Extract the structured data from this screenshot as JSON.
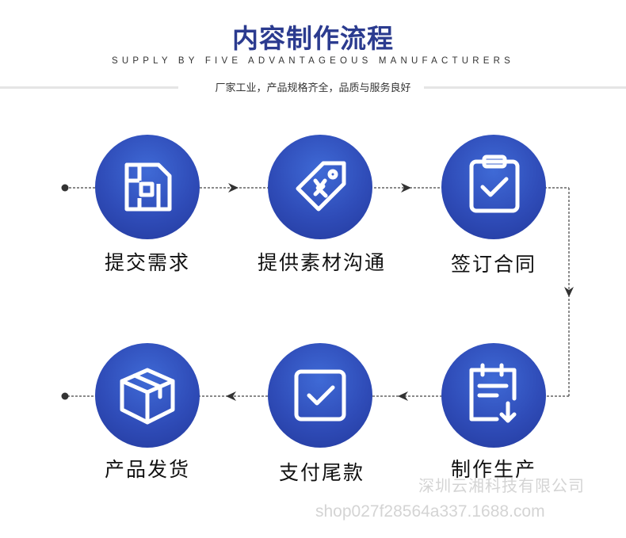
{
  "header": {
    "title": "内容制作流程",
    "subtitle": "SUPPLY BY FIVE ADVANTAGEOUS MANUFACTURERS",
    "tagline": "厂家工业，产品规格齐全，品质与服务良好"
  },
  "steps": [
    {
      "label": "提交需求",
      "icon": "floorplan-icon"
    },
    {
      "label": "提供素材沟通",
      "icon": "price-tag-icon"
    },
    {
      "label": "签订合同",
      "icon": "clipboard-check-icon"
    },
    {
      "label": "制作生产",
      "icon": "document-download-icon"
    },
    {
      "label": "支付尾款",
      "icon": "checkbox-icon"
    },
    {
      "label": "产品发货",
      "icon": "package-box-icon"
    }
  ],
  "watermark": {
    "company": "深圳云湘科技有限公司",
    "shop": "shop027f28564a337.1688.com"
  },
  "colors": {
    "title": "#2b3b8f",
    "circle": "#2f4cb8",
    "connector": "#444444"
  }
}
